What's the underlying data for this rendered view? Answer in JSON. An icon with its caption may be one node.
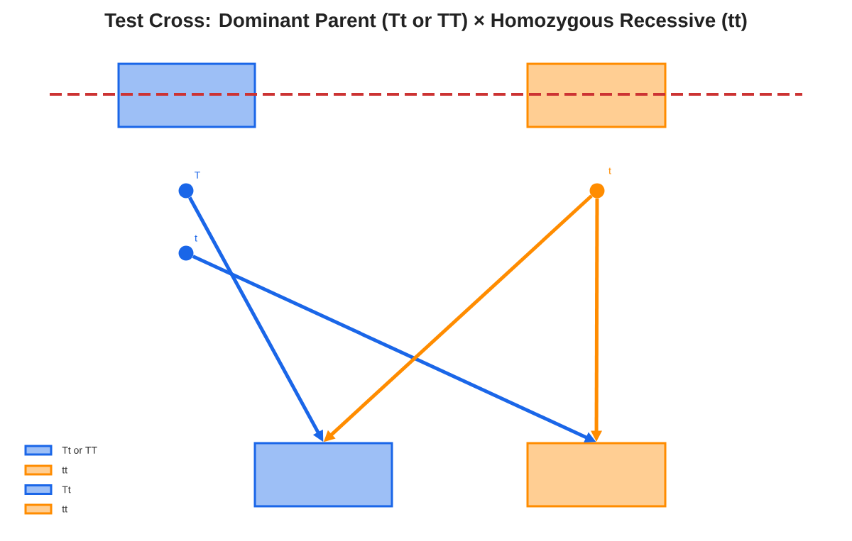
{
  "diagram": {
    "title": "Test Cross: Dominant Parent (Tt or TT) × Homozygous Recessive (tt)",
    "nodes": [
      {
        "text": [],
        "shape": "box"
      },
      {
        "text": [],
        "shape": "box"
      },
      {
        "text": [],
        "shape": "circle",
        "beside": [
          "T"
        ]
      },
      {
        "text": [],
        "shape": "circle",
        "beside": [
          "t"
        ]
      },
      {
        "text": [],
        "shape": "circle",
        "beside": [
          "t"
        ]
      },
      {
        "text": [],
        "shape": "box"
      },
      {
        "text": [],
        "shape": "box"
      }
    ],
    "edges": [
      {
        "from": 2,
        "to": 5,
        "arrow": "to"
      },
      {
        "from": 3,
        "to": 6,
        "arrow": "to"
      },
      {
        "from": 4,
        "to": 5,
        "arrow": "to",
        "color": "#ff8c00"
      },
      {
        "from": 4,
        "to": 6,
        "arrow": "to",
        "color": "#ff8c00"
      }
    ],
    "legend": [
      {
        "text": "Tt or TT",
        "color": "#9dbff6"
      },
      {
        "text": "tt",
        "color": "#ffce93"
      },
      {
        "text": "Tt",
        "color": "#9dbff6"
      },
      {
        "text": "tt",
        "color": "#ffce93"
      }
    ]
  }
}
